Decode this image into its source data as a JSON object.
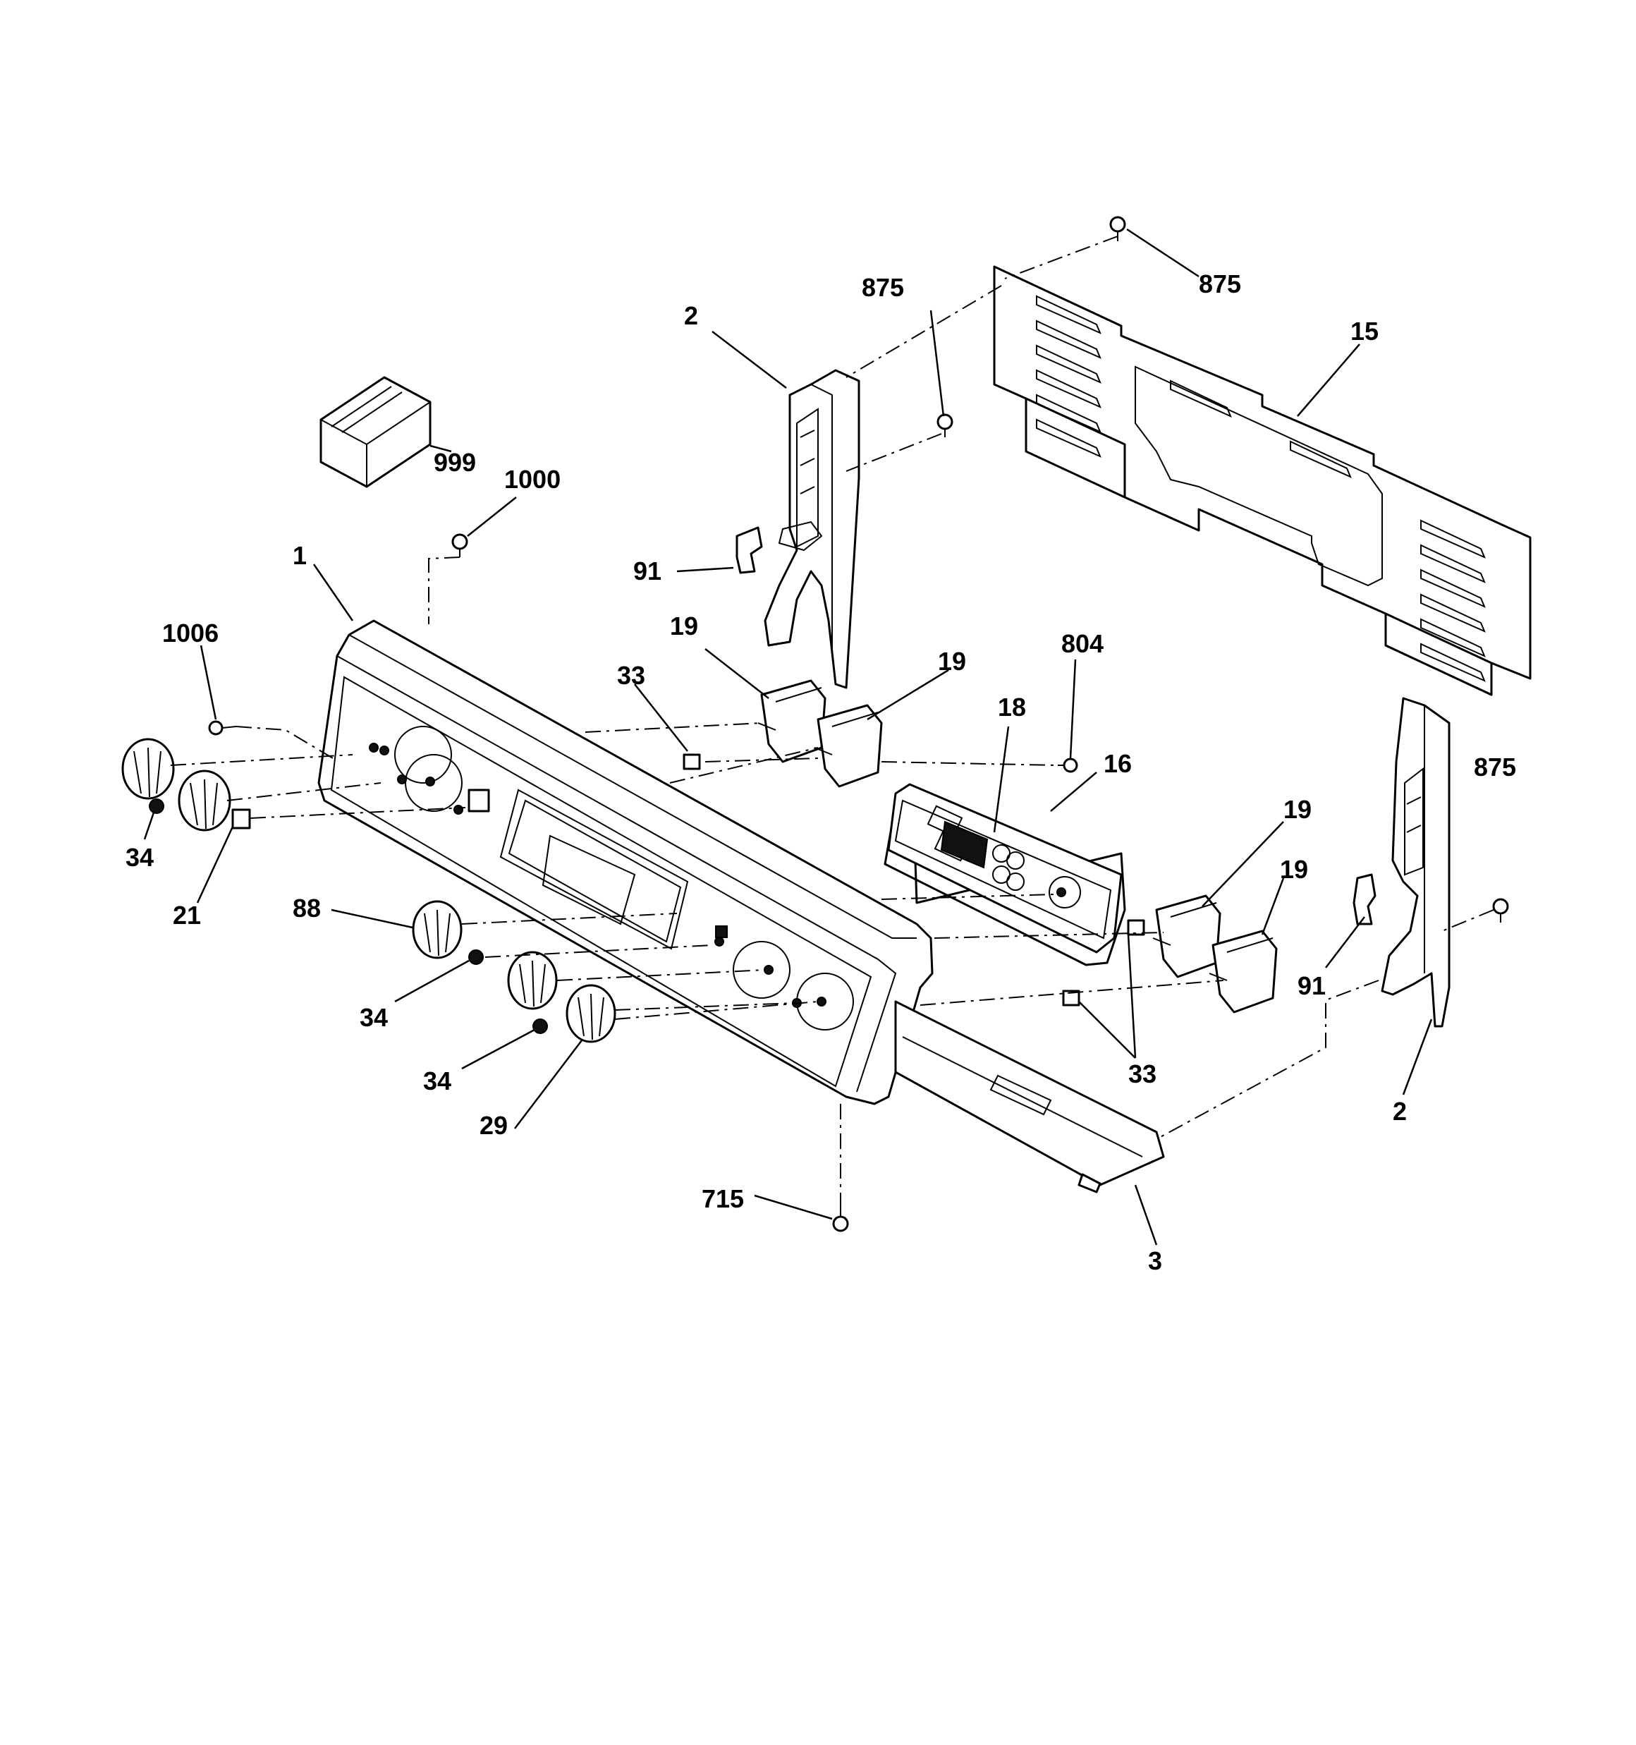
{
  "diagram": {
    "callouts": [
      {
        "id": "c-875-a",
        "text": "875"
      },
      {
        "id": "c-875-b",
        "text": "875"
      },
      {
        "id": "c-875-c",
        "text": "875"
      },
      {
        "id": "c-15",
        "text": "15"
      },
      {
        "id": "c-2-a",
        "text": "2"
      },
      {
        "id": "c-999",
        "text": "999"
      },
      {
        "id": "c-1000",
        "text": "1000"
      },
      {
        "id": "c-1",
        "text": "1"
      },
      {
        "id": "c-91-a",
        "text": "91"
      },
      {
        "id": "c-1006",
        "text": "1006"
      },
      {
        "id": "c-19-a",
        "text": "19"
      },
      {
        "id": "c-19-b",
        "text": "19"
      },
      {
        "id": "c-33-a",
        "text": "33"
      },
      {
        "id": "c-804",
        "text": "804"
      },
      {
        "id": "c-18",
        "text": "18"
      },
      {
        "id": "c-16",
        "text": "16"
      },
      {
        "id": "c-34-a",
        "text": "34"
      },
      {
        "id": "c-21",
        "text": "21"
      },
      {
        "id": "c-19-c",
        "text": "19"
      },
      {
        "id": "c-19-d",
        "text": "19"
      },
      {
        "id": "c-88",
        "text": "88"
      },
      {
        "id": "c-91-b",
        "text": "91"
      },
      {
        "id": "c-34-b",
        "text": "34"
      },
      {
        "id": "c-33-b",
        "text": "33"
      },
      {
        "id": "c-34-c",
        "text": "34"
      },
      {
        "id": "c-29",
        "text": "29"
      },
      {
        "id": "c-2-b",
        "text": "2"
      },
      {
        "id": "c-715",
        "text": "715"
      },
      {
        "id": "c-3",
        "text": "3"
      }
    ]
  }
}
